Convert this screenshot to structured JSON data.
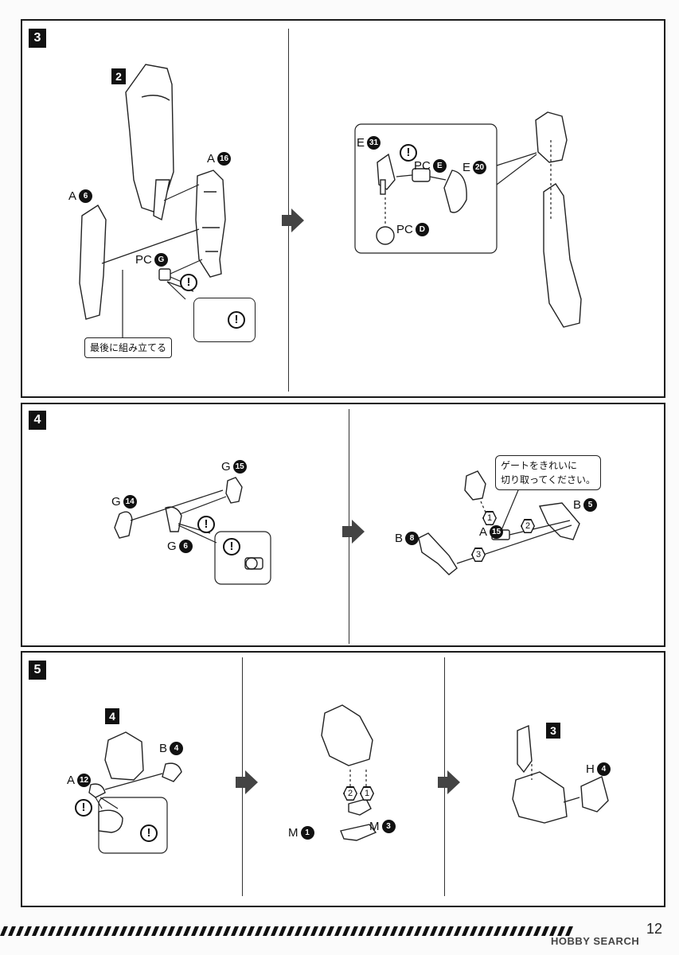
{
  "steps": {
    "s3": {
      "number": "3",
      "sub_ref": "2",
      "parts": {
        "a16": {
          "letter": "A",
          "num": "16"
        },
        "a6": {
          "letter": "A",
          "num": "6"
        },
        "pcg": {
          "letter": "PC",
          "num": "G"
        },
        "e31": {
          "letter": "E",
          "num": "31"
        },
        "pce": {
          "letter": "PC",
          "num": "E"
        },
        "e20": {
          "letter": "E",
          "num": "20"
        },
        "pcd": {
          "letter": "PC",
          "num": "D"
        }
      },
      "note": "最後に組み立てる"
    },
    "s4": {
      "number": "4",
      "parts": {
        "g15": {
          "letter": "G",
          "num": "15"
        },
        "g14": {
          "letter": "G",
          "num": "14"
        },
        "g6": {
          "letter": "G",
          "num": "6"
        },
        "b5": {
          "letter": "B",
          "num": "5"
        },
        "a15": {
          "letter": "A",
          "num": "15"
        },
        "b8": {
          "letter": "B",
          "num": "8"
        }
      },
      "note_line1": "ゲートをきれいに",
      "note_line2": "切り取ってください。",
      "order": [
        "1",
        "2",
        "3"
      ]
    },
    "s5": {
      "number": "5",
      "sub_ref_a": "4",
      "sub_ref_b": "3",
      "parts": {
        "b4": {
          "letter": "B",
          "num": "4"
        },
        "a12": {
          "letter": "A",
          "num": "12"
        },
        "m1": {
          "letter": "M",
          "num": "1"
        },
        "m3": {
          "letter": "M",
          "num": "3"
        },
        "h4": {
          "letter": "H",
          "num": "4"
        }
      },
      "order": [
        "2",
        "1"
      ]
    }
  },
  "warning_symbol": "!",
  "icons": {
    "warning": "exclamation-circle-icon",
    "next": "next-step-arrow-icon"
  },
  "page_number": "12",
  "watermark": "HOBBY SEARCH"
}
